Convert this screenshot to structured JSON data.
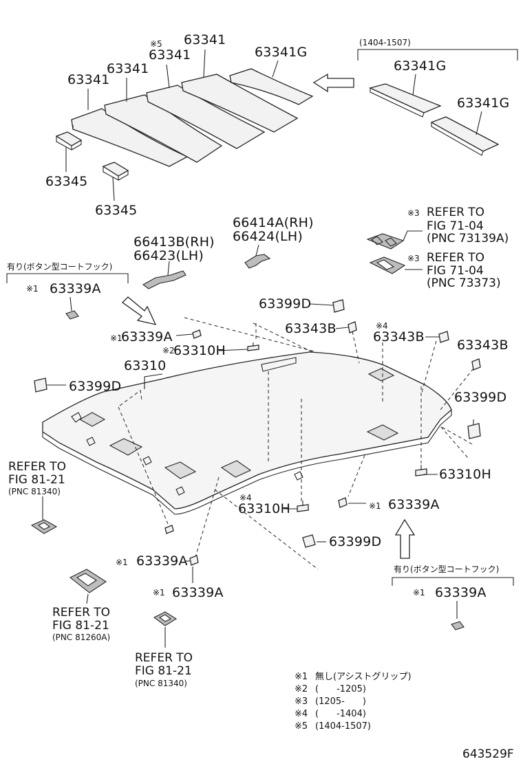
{
  "strips": {
    "s1": "63341",
    "s2": "63341",
    "s3_mark": "※5",
    "s3": "63341",
    "s4": "63341",
    "s5": "63341G",
    "date_range": "(1404-1507)",
    "r1": "63341G",
    "r2": "63341G"
  },
  "pads": {
    "p1": "63345",
    "p2": "63345"
  },
  "brackets": {
    "rh_a": "66414A(RH)",
    "lh_a": "66424(LH)",
    "rh_b": "66413B(RH)",
    "lh_b": "66423(LH)"
  },
  "refs_top": {
    "mark": "※3",
    "refer": "REFER TO",
    "fig": "FIG 71-04",
    "pnc1": "(PNC 73139A)",
    "pnc2": "(PNC 73373)"
  },
  "left_hook": {
    "heading": "有り(ボタン型コートフック)",
    "mark": "※1",
    "part": "63339A"
  },
  "right_hook": {
    "heading": "有り(ボタン型コートフック)",
    "mark": "※1",
    "part": "63339A"
  },
  "labels": {
    "d_top": "63399D",
    "c_left_mark": "※1",
    "c_left": "63339A",
    "h_top_mark": "※2",
    "h_top": "63310H",
    "b1": "63343B",
    "b2_mark": "※4",
    "b2": "63343B",
    "b3": "63343B",
    "headliner": "63310",
    "d_left": "63399D",
    "d_right": "63399D",
    "h_right": "63310H",
    "h_mid_mark": "※4",
    "h_mid": "63310H",
    "c_mid_mark": "※1",
    "c_mid": "63339A",
    "d_bottom": "63399D",
    "c_low1_mark": "※1",
    "c_low1": "63339A",
    "c_low2_mark": "※1",
    "c_low2": "63339A"
  },
  "refs_left": {
    "refer": "REFER TO",
    "fig": "FIG 81-21",
    "pnc_a": "(PNC 81340)",
    "pnc_b": "(PNC 81260A)",
    "pnc_c": "(PNC 81340)"
  },
  "notes": [
    {
      "mark": "※1",
      "text": "無し(アシストグリップ)"
    },
    {
      "mark": "※2",
      "text": "(　　-1205)"
    },
    {
      "mark": "※3",
      "text": "(1205-　　)"
    },
    {
      "mark": "※4",
      "text": "(　　-1404)"
    },
    {
      "mark": "※5",
      "text": "(1404-1507)"
    }
  ],
  "figure_code": "643529F"
}
